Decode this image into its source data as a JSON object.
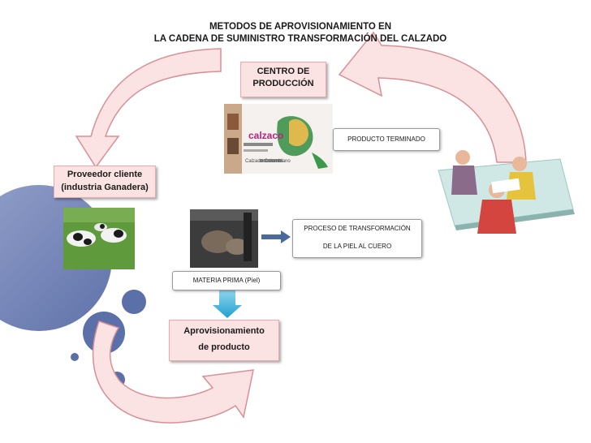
{
  "title": {
    "line1": "METODOS DE APROVISIONAMIENTO EN",
    "line2": "LA CADENA DE SUMINISTRO TRANSFORMACIÓN DEL CALZADO"
  },
  "nodes": {
    "centro": {
      "line1": "CENTRO DE",
      "line2": "PRODUCCIÓN"
    },
    "producto_terminado": {
      "label": "PRODUCTO TERMINADO"
    },
    "proveedor": {
      "line1": "Proveedor cliente",
      "line2": "(industria Ganadera)"
    },
    "proceso": {
      "line1": "PROCESO DE TRANSFORMACIÓN",
      "line2": "DE LA PIEL AL CUERO"
    },
    "materia_prima": {
      "label": "MATERIA PRIMA (Piel)"
    },
    "aprovisionamiento": {
      "line1": "Aprovisionamiento",
      "line2": "de producto"
    }
  },
  "images": {
    "calzado_logo": "calzaco",
    "calzado_sub": "Calzado Colombiano"
  },
  "colors": {
    "arrow_fill": "#fbe3e4",
    "arrow_stroke": "#d98f96",
    "circle_blue": "#5b6fa8",
    "down_arrow": "#3fb4dc"
  }
}
